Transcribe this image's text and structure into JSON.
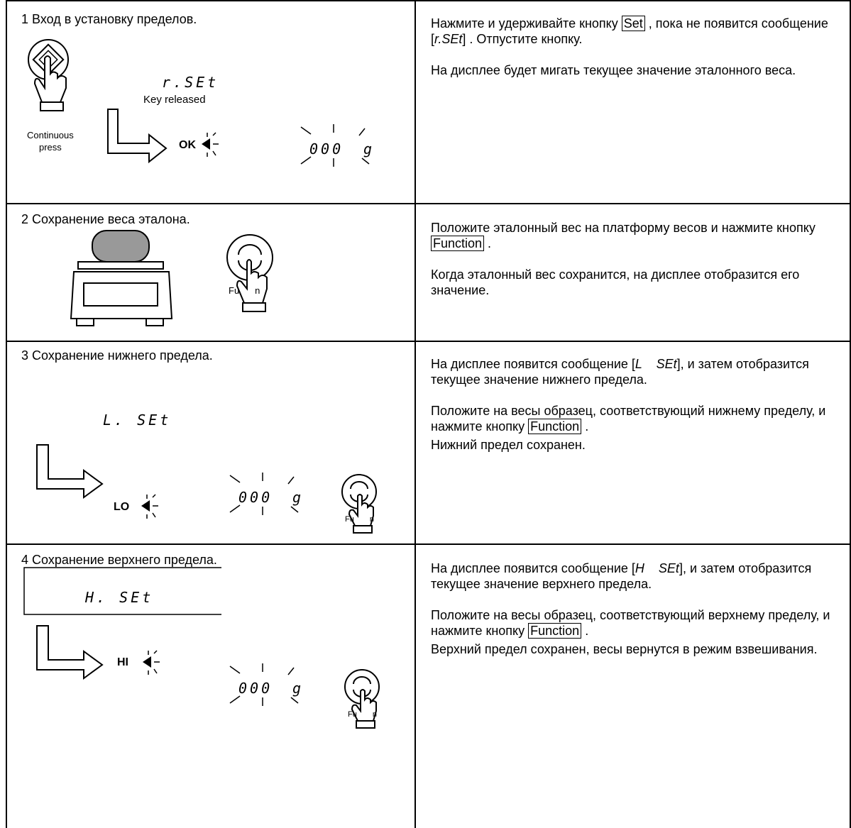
{
  "steps": [
    {
      "heading": "1  Вход в установку пределов.",
      "illustration": {
        "lcd_message": "r.SEt",
        "key_released_label": "Key released",
        "continuous_label": "Continuous",
        "press_label": "press",
        "ok_label": "OK",
        "value_digits": "000",
        "unit": "g"
      },
      "instructions": {
        "p1_before": "Нажмите и удерживайте кнопку ",
        "p1_key": "Set",
        "p1_middle": " , пока не появится сообщение [",
        "p1_msg": "r.SEt",
        "p1_after": "] . Отпустите кнопку.",
        "p2": "На дисплее будет мигать текущее значение эталонного веса."
      }
    },
    {
      "heading": "2  Сохранение веса эталона.",
      "illustration": {
        "button_label": "Function"
      },
      "instructions": {
        "p1_before": "Положите эталонный вес на платформу весов и нажмите кнопку ",
        "p1_key": "Function",
        "p1_after": " .",
        "p2": "Когда эталонный вес сохранится, на дисплее отобразится его значение."
      }
    },
    {
      "heading": "3  Сохранение нижнего предела.",
      "illustration": {
        "lcd_message": "L. SEt",
        "indicator_label": "LO",
        "value_digits": "000",
        "unit": "g",
        "button_label": "Function"
      },
      "instructions": {
        "p1_before": "На дисплее появится сообщение [",
        "p1_msg": "L    SEt",
        "p1_after": "], и затем отобразится текущее значение нижнего предела.",
        "p2_before": "Положите на весы образец, соответствующий нижнему пределу, и нажмите кнопку ",
        "p2_key": "Function",
        "p2_after": " .",
        "p3": "Нижний предел сохранен."
      }
    },
    {
      "heading": "4  Сохранение верхнего предела.",
      "illustration": {
        "lcd_message": "H. SEt",
        "indicator_label": "HI",
        "value_digits": "000",
        "unit": "g",
        "button_label": "Function"
      },
      "instructions": {
        "p1_before": "На дисплее появится сообщение [",
        "p1_msg": "H    SEt",
        "p1_after": "], и затем отобразится текущее значение верхнего предела.",
        "p2_before": "Положите на весы образец, соответствующий верхнему пределу, и нажмите кнопку ",
        "p2_key": "Function",
        "p2_after": " .",
        "p3": "Верхний предел сохранен, весы вернутся в режим взвешивания."
      }
    }
  ]
}
